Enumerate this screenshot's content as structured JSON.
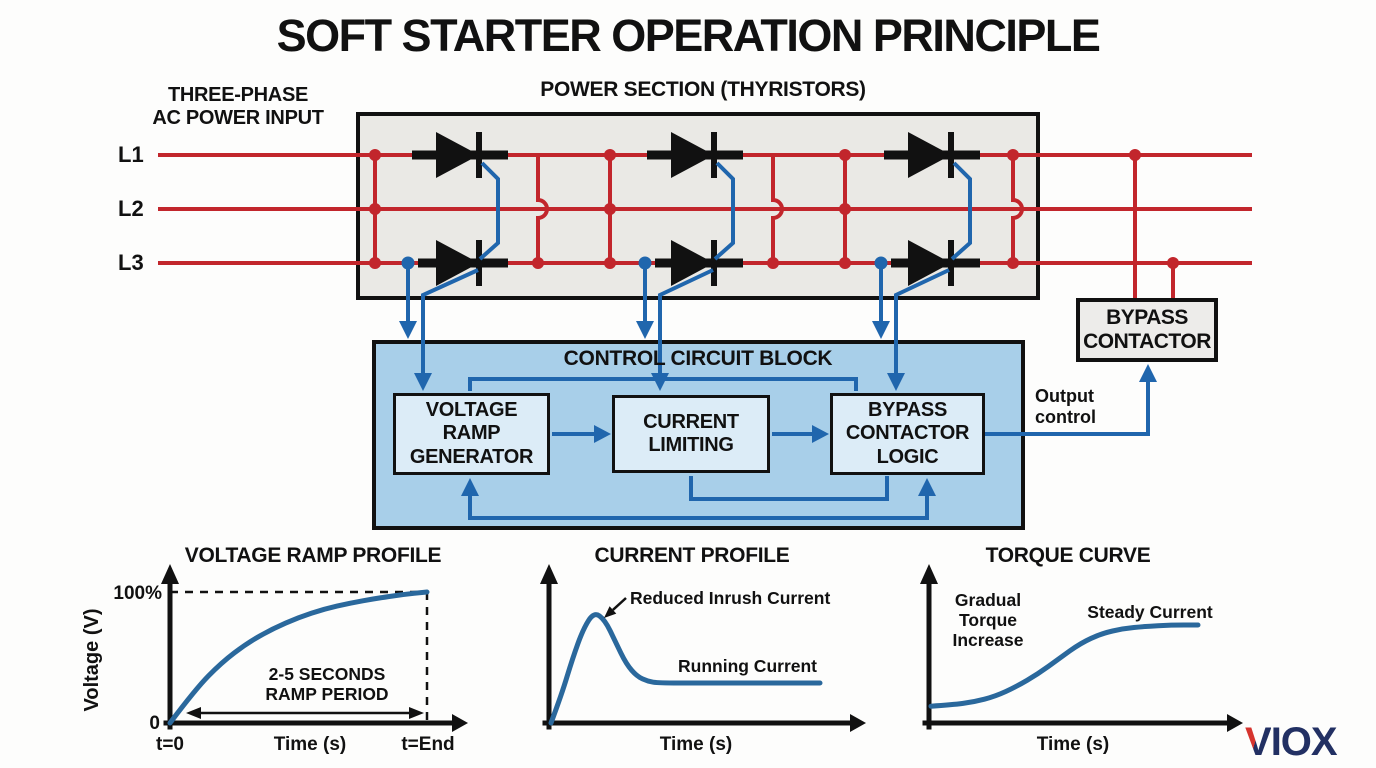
{
  "title": "SOFT STARTER OPERATION PRINCIPLE",
  "colors": {
    "wire_red": "#c2262c",
    "wire_blue": "#2066ad",
    "curve_blue": "#2a689c",
    "control_fill": "#a8cfe9",
    "inner_box_fill": "#dcecf7",
    "panel_fill": "#eae9e5",
    "bypass_fill": "#edecea",
    "ink": "#111111",
    "logo_navy": "#223063",
    "logo_red": "#d6342e"
  },
  "power_input": {
    "label": "THREE-PHASE\nAC POWER INPUT",
    "phases": [
      "L1",
      "L2",
      "L3"
    ]
  },
  "power_section": {
    "label": "POWER SECTION (THYRISTORS)"
  },
  "control": {
    "label": "CONTROL CIRCUIT BLOCK",
    "boxes": [
      {
        "label": "VOLTAGE\nRAMP\nGENERATOR"
      },
      {
        "label": "CURRENT\nLIMITING"
      },
      {
        "label": "BYPASS\nCONTACTOR\nLOGIC"
      }
    ],
    "output_label": "Output\ncontrol"
  },
  "bypass_contactor": {
    "label": "BYPASS\nCONTACTOR"
  },
  "chart_data": [
    {
      "type": "line",
      "title": "VOLTAGE RAMP PROFILE",
      "ylabel": "Voltage (V)",
      "xlabel": "Time (s)",
      "ytick_top": "100%",
      "ytick_bottom": "0",
      "xtick_start": "t=0",
      "xtick_end": "t=End",
      "annotation_lines": [
        "2-5 SECONDS",
        "RAMP PERIOD"
      ],
      "y_range_pct": [
        0,
        100
      ],
      "x_range": [
        "t=0",
        "t=End"
      ],
      "curve_points_pct": [
        [
          0,
          0
        ],
        [
          10,
          26
        ],
        [
          20,
          46
        ],
        [
          30,
          61
        ],
        [
          40,
          72
        ],
        [
          50,
          80.5
        ],
        [
          60,
          87
        ],
        [
          70,
          91.5
        ],
        [
          80,
          95
        ],
        [
          90,
          98
        ],
        [
          100,
          100
        ]
      ]
    },
    {
      "type": "line",
      "title": "CURRENT PROFILE",
      "xlabel": "Time (s)",
      "peak_label": "Reduced Inrush Current",
      "steady_label": "Running Current",
      "curve_points_pct": [
        [
          0,
          0
        ],
        [
          4,
          26
        ],
        [
          8,
          58
        ],
        [
          12,
          85
        ],
        [
          16,
          100
        ],
        [
          20,
          93
        ],
        [
          24,
          73
        ],
        [
          28,
          53
        ],
        [
          32,
          42
        ],
        [
          36,
          37.5
        ],
        [
          40,
          36
        ],
        [
          55,
          36
        ],
        [
          75,
          36
        ],
        [
          100,
          36
        ]
      ]
    },
    {
      "type": "line",
      "title": "TORQUE CURVE",
      "xlabel": "Time (s)",
      "rise_label_lines": [
        "Gradual",
        "Torque",
        "Increase"
      ],
      "steady_label": "Steady Current",
      "curve_points_pct": [
        [
          0,
          12
        ],
        [
          8,
          13
        ],
        [
          16,
          15
        ],
        [
          24,
          19
        ],
        [
          32,
          26
        ],
        [
          40,
          35
        ],
        [
          48,
          46
        ],
        [
          56,
          57
        ],
        [
          64,
          64
        ],
        [
          72,
          67.5
        ],
        [
          80,
          69
        ],
        [
          90,
          70
        ],
        [
          100,
          70
        ]
      ]
    }
  ],
  "logo": {
    "v": "V",
    "rest": "IOX"
  }
}
